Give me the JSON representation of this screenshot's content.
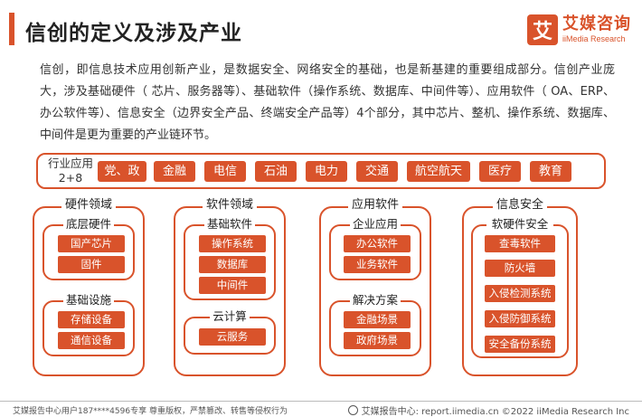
{
  "header": {
    "title": "信创的定义及涉及产业",
    "logo_mark": "艾",
    "logo_cn": "艾媒咨询",
    "logo_en": "iiMedia Research"
  },
  "intro": "信创，即信息技术应用创新产业，是数据安全、网络安全的基础，也是新基建的重要组成部分。信创产业庞大，涉及基础硬件（ 芯片、服务器等）、基础软件（操作系统、数据库、中间件等）、应用软件（ OA、ERP、办公软件等）、信息安全（边界安全产品、终端安全产品等）4个部分，其中芯片、整机、操作系统、数据库、中间件是更为重要的产业链环节。",
  "industry": {
    "label": "行业应用 2+8",
    "items": [
      "党、政",
      "金融",
      "电信",
      "石油",
      "电力",
      "交通",
      "航空航天",
      "医疗",
      "教育"
    ]
  },
  "domains": [
    {
      "title": "硬件领域",
      "groups": [
        {
          "title": "底层硬件",
          "items": [
            "国产芯片",
            "固件"
          ]
        },
        {
          "title": "基础设施",
          "items": [
            "存储设备",
            "通信设备"
          ]
        }
      ]
    },
    {
      "title": "软件领域",
      "groups": [
        {
          "title": "基础软件",
          "items": [
            "操作系统",
            "数据库",
            "中间件"
          ]
        },
        {
          "title": "云计算",
          "items": [
            "云服务"
          ]
        }
      ]
    },
    {
      "title": "应用软件",
      "groups": [
        {
          "title": "企业应用",
          "items": [
            "办公软件",
            "业务软件"
          ]
        },
        {
          "title": "解决方案",
          "items": [
            "金融场景",
            "政府场景"
          ]
        }
      ]
    },
    {
      "title": "信息安全",
      "groups": [
        {
          "title": "软硬件安全",
          "items": [
            "查毒软件",
            "防火墙",
            "入侵检测系统",
            "入侵防御系统",
            "安全备份系统"
          ]
        }
      ]
    }
  ],
  "footer": {
    "left": "艾媒报告中心用户187****4596专享 尊重版权，严禁篡改、转售等侵权行为",
    "right": "艾媒报告中心: report.iimedia.cn  ©2022  iiMedia Research Inc"
  },
  "colors": {
    "accent": "#d9532b"
  }
}
